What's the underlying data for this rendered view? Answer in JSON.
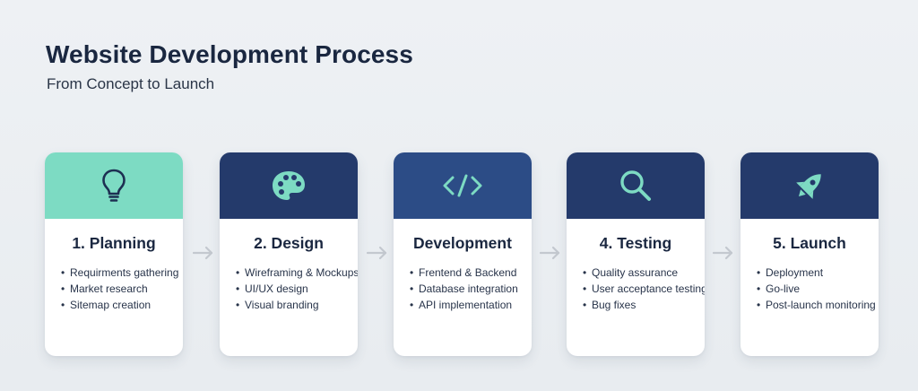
{
  "header": {
    "title": "Website Development Process",
    "subtitle": "From Concept to Launch"
  },
  "colors": {
    "planning_header": "#7ddbc3",
    "design_header": "#243a6b",
    "development_header": "#2c4c86",
    "testing_header": "#243a6b",
    "launch_header": "#243a6b",
    "icon_light": "#7ddbc3",
    "icon_dark": "#1d2f52",
    "arrow": "#c3c8cf"
  },
  "steps": [
    {
      "title": "1. Planning",
      "icon": "lightbulb-icon",
      "items": [
        "Requirments gathering",
        "Market research",
        "Sitemap creation"
      ]
    },
    {
      "title": "2. Design",
      "icon": "palette-icon",
      "items": [
        "Wireframing & Mockups",
        "UI/UX design",
        "Visual branding"
      ]
    },
    {
      "title": "Development",
      "icon": "code-icon",
      "items": [
        "Frentend & Backend",
        "Database integration",
        "API implementation"
      ]
    },
    {
      "title": "4. Testing",
      "icon": "magnifier-icon",
      "items": [
        "Quality assurance",
        "User acceptance testing (UAT)",
        "Bug fixes"
      ]
    },
    {
      "title": "5. Launch",
      "icon": "rocket-icon",
      "items": [
        "Deployment",
        "Go-live",
        "Post-launch monitoring"
      ]
    }
  ]
}
